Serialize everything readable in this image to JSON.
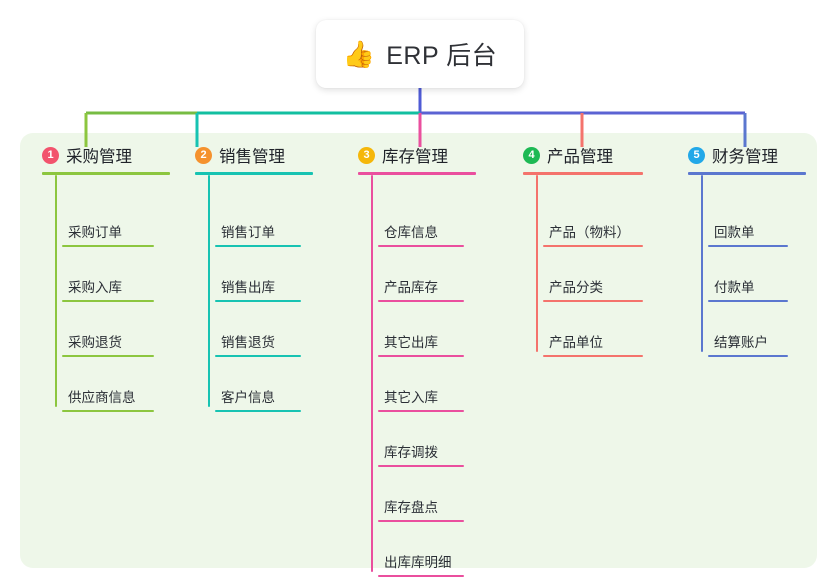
{
  "root": {
    "icon": "thumbs-up-icon",
    "emoji": "👍",
    "title": "ERP 后台"
  },
  "palette": {
    "panel_bg": "#eef7e9",
    "page_bg": "#ffffff",
    "text": "#2b2f36",
    "root_stem": "#4f5bd5",
    "bus_green": "#77bc43",
    "bus_teal": "#12bfa0",
    "bus_blue": "#5b63d3"
  },
  "columns": [
    {
      "index": "1",
      "badge_color": "#f2536d",
      "rule_color": "#8cc63f",
      "line_color": "#8cc63f",
      "title": "采购管理",
      "items": [
        {
          "label": "采购订单"
        },
        {
          "label": "采购入库"
        },
        {
          "label": "采购退货"
        },
        {
          "label": "供应商信息"
        }
      ]
    },
    {
      "index": "2",
      "badge_color": "#f5922e",
      "rule_color": "#17c3b2",
      "line_color": "#17c3b2",
      "title": "销售管理",
      "items": [
        {
          "label": "销售订单"
        },
        {
          "label": "销售出库"
        },
        {
          "label": "销售退货"
        },
        {
          "label": "客户信息"
        }
      ]
    },
    {
      "index": "3",
      "badge_color": "#f5b70a",
      "rule_color": "#ea4f9e",
      "line_color": "#ea4f9e",
      "title": "库存管理",
      "items": [
        {
          "label": "仓库信息"
        },
        {
          "label": "产品库存"
        },
        {
          "label": "其它出库"
        },
        {
          "label": "其它入库"
        },
        {
          "label": "库存调拨"
        },
        {
          "label": "库存盘点"
        },
        {
          "label": "出库库明细"
        }
      ]
    },
    {
      "index": "4",
      "badge_color": "#1db954",
      "rule_color": "#f4736c",
      "line_color": "#f4736c",
      "title": "产品管理",
      "items": [
        {
          "label": "产品（物料）"
        },
        {
          "label": "产品分类"
        },
        {
          "label": "产品单位"
        }
      ]
    },
    {
      "index": "5",
      "badge_color": "#22a8e8",
      "rule_color": "#5b77cf",
      "line_color": "#5b77cf",
      "title": "财务管理",
      "items": [
        {
          "label": "回款单"
        },
        {
          "label": "付款单"
        },
        {
          "label": "结算账户"
        }
      ]
    }
  ]
}
